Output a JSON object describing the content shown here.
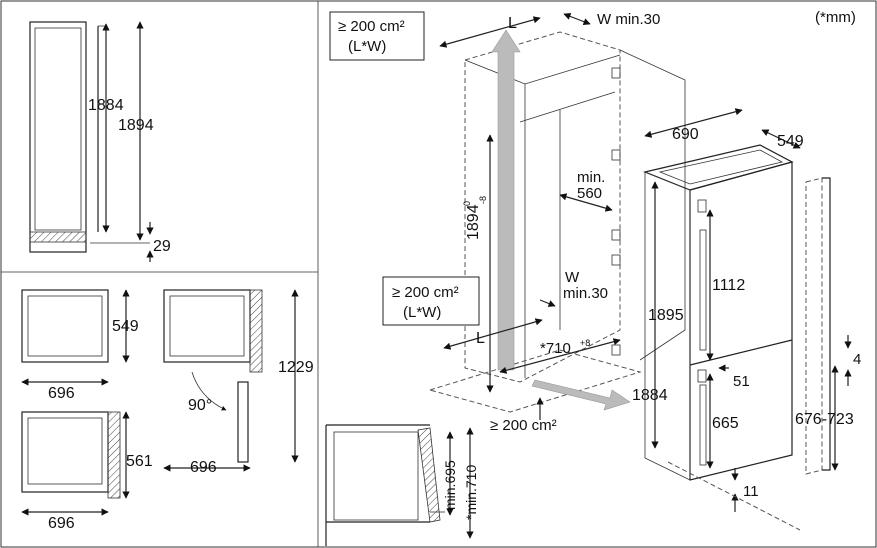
{
  "unit_note": "(*mm)",
  "top_left": {
    "h1": "1884",
    "h2": "1894",
    "gap": "29"
  },
  "plan_views": {
    "depth1": "549",
    "width1": "696",
    "height": "1229",
    "angle": "90°",
    "width2": "696",
    "depth2": "561",
    "width3": "696"
  },
  "niche": {
    "vent_top": "≥ 200 cm²",
    "vent_top_unit": "(L*W)",
    "L_top": "L",
    "W_top": "W min.30",
    "height": "1894",
    "height_tol_top": "0",
    "height_tol_bottom": "-8",
    "min_depth_a": "min.",
    "min_depth_b": "560",
    "W_bottom_a": "W",
    "W_bottom_b": "min.30",
    "vent_bottom": "≥ 200 cm²",
    "vent_bottom_unit": "(L*W)",
    "L_bottom": "L",
    "width": "*710",
    "width_tol": "+8",
    "vent_floor": "≥ 200 cm²"
  },
  "appliance": {
    "width": "690",
    "depth": "549",
    "total_height": "1895",
    "upper": "1112",
    "gap": "51",
    "lower": "665",
    "height_b": "1884",
    "foot": "11",
    "door_gap": "4",
    "door_range": "676-723"
  },
  "detail": {
    "a": "min.695",
    "b": "*min.710"
  }
}
